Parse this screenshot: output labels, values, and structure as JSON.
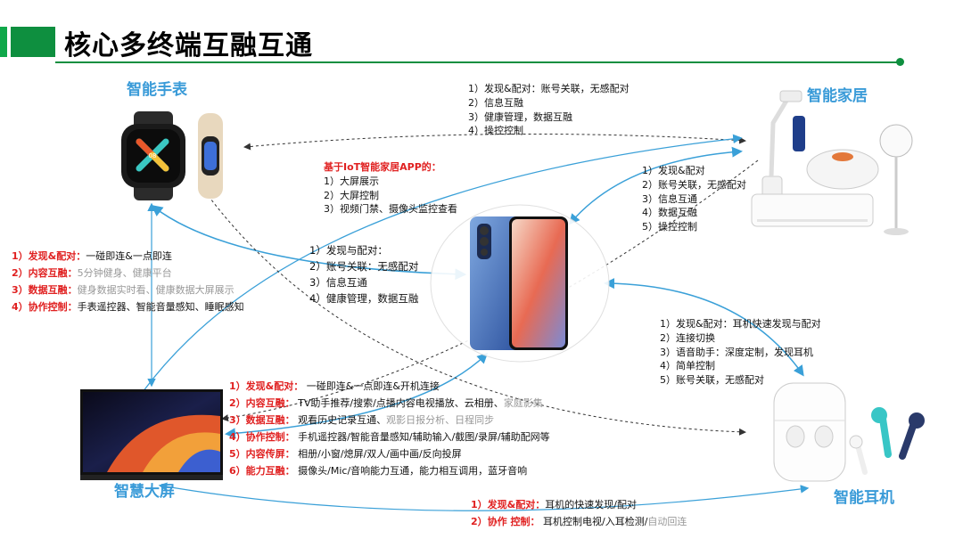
{
  "title": "核心多终端互融互通",
  "colors": {
    "accent": "#0e8f3f",
    "label_blue": "#3a9bd8",
    "red": "#e02020",
    "arrow": "#3aa0d8"
  },
  "labels": {
    "watch": "智能手表",
    "home": "智能家居",
    "tv": "智慧大屏",
    "earphone": "智能耳机"
  },
  "home_top": [
    "1）发现&配对：账号关联，无感配对",
    "2）信息互融",
    "3）健康管理，数据互融",
    "4）操控控制"
  ],
  "iot": {
    "heading": "基于IoT智能家居APP的：",
    "items": [
      "1）大屏展示",
      "2）大屏控制",
      "3）视频门禁、摄像头监控查看"
    ]
  },
  "home_phone": [
    "1）发现&配对",
    "2）账号关联，无感配对",
    "3）信息互通",
    "4）数据互融",
    "5）操控控制"
  ],
  "watch_phone": [
    "1）发现与配对：",
    "2）账号关联：无感配对",
    "3）信息互通",
    "4）健康管理，数据互融"
  ],
  "watch_tv": [
    {
      "label": "1）发现&配对：",
      "text": "一碰即连&一点即连",
      "gray": false
    },
    {
      "label": "2）内容互融：",
      "text": "5分钟健身、健康平台",
      "gray": true
    },
    {
      "label": "3）数据互融：",
      "text": "健身数据实时看、健康数据大屏展示",
      "gray": true
    },
    {
      "label": "4）协作控制：",
      "text": "手表遥控器、智能音量感知、睡眠感知",
      "gray": false
    }
  ],
  "earphone_phone": [
    "1）发现&配对：耳机快速发现与配对",
    "2）连接切换",
    "3）语音助手：深度定制，发现耳机",
    "4）简单控制",
    "5）账号关联，无感配对"
  ],
  "tv_phone": [
    {
      "label": "1）发现&配对：",
      "text": "一碰即连&一点即连&开机连接",
      "gray": ""
    },
    {
      "label": "2）内容互融：",
      "text": "TV助手推荐/搜索/点播内容电视播放、云相册、",
      "gray": "家庭影集"
    },
    {
      "label": "3）数据互融：",
      "text": "观看历史记录互通、",
      "gray": "观影日报分析、日程同步"
    },
    {
      "label": "4）协作控制：",
      "text": "手机遥控器/智能音量感知/辅助输入/截图/录屏/辅助配网等",
      "gray": ""
    },
    {
      "label": "5）内容传屏：",
      "text": "相册/小窗/熄屏/双人/画中画/反向投屏",
      "gray": ""
    },
    {
      "label": "6）能力互融：",
      "text": "摄像头/Mic/音响能力互通，能力相互调用，蓝牙音响",
      "gray": ""
    }
  ],
  "tv_earphone": [
    {
      "label": "1）发现&配对：",
      "text": "耳机的快速发现/配对",
      "gray": ""
    },
    {
      "label": "2）协作 控制：",
      "text": "耳机控制电视/入耳检测/",
      "gray": "自动回连"
    }
  ]
}
